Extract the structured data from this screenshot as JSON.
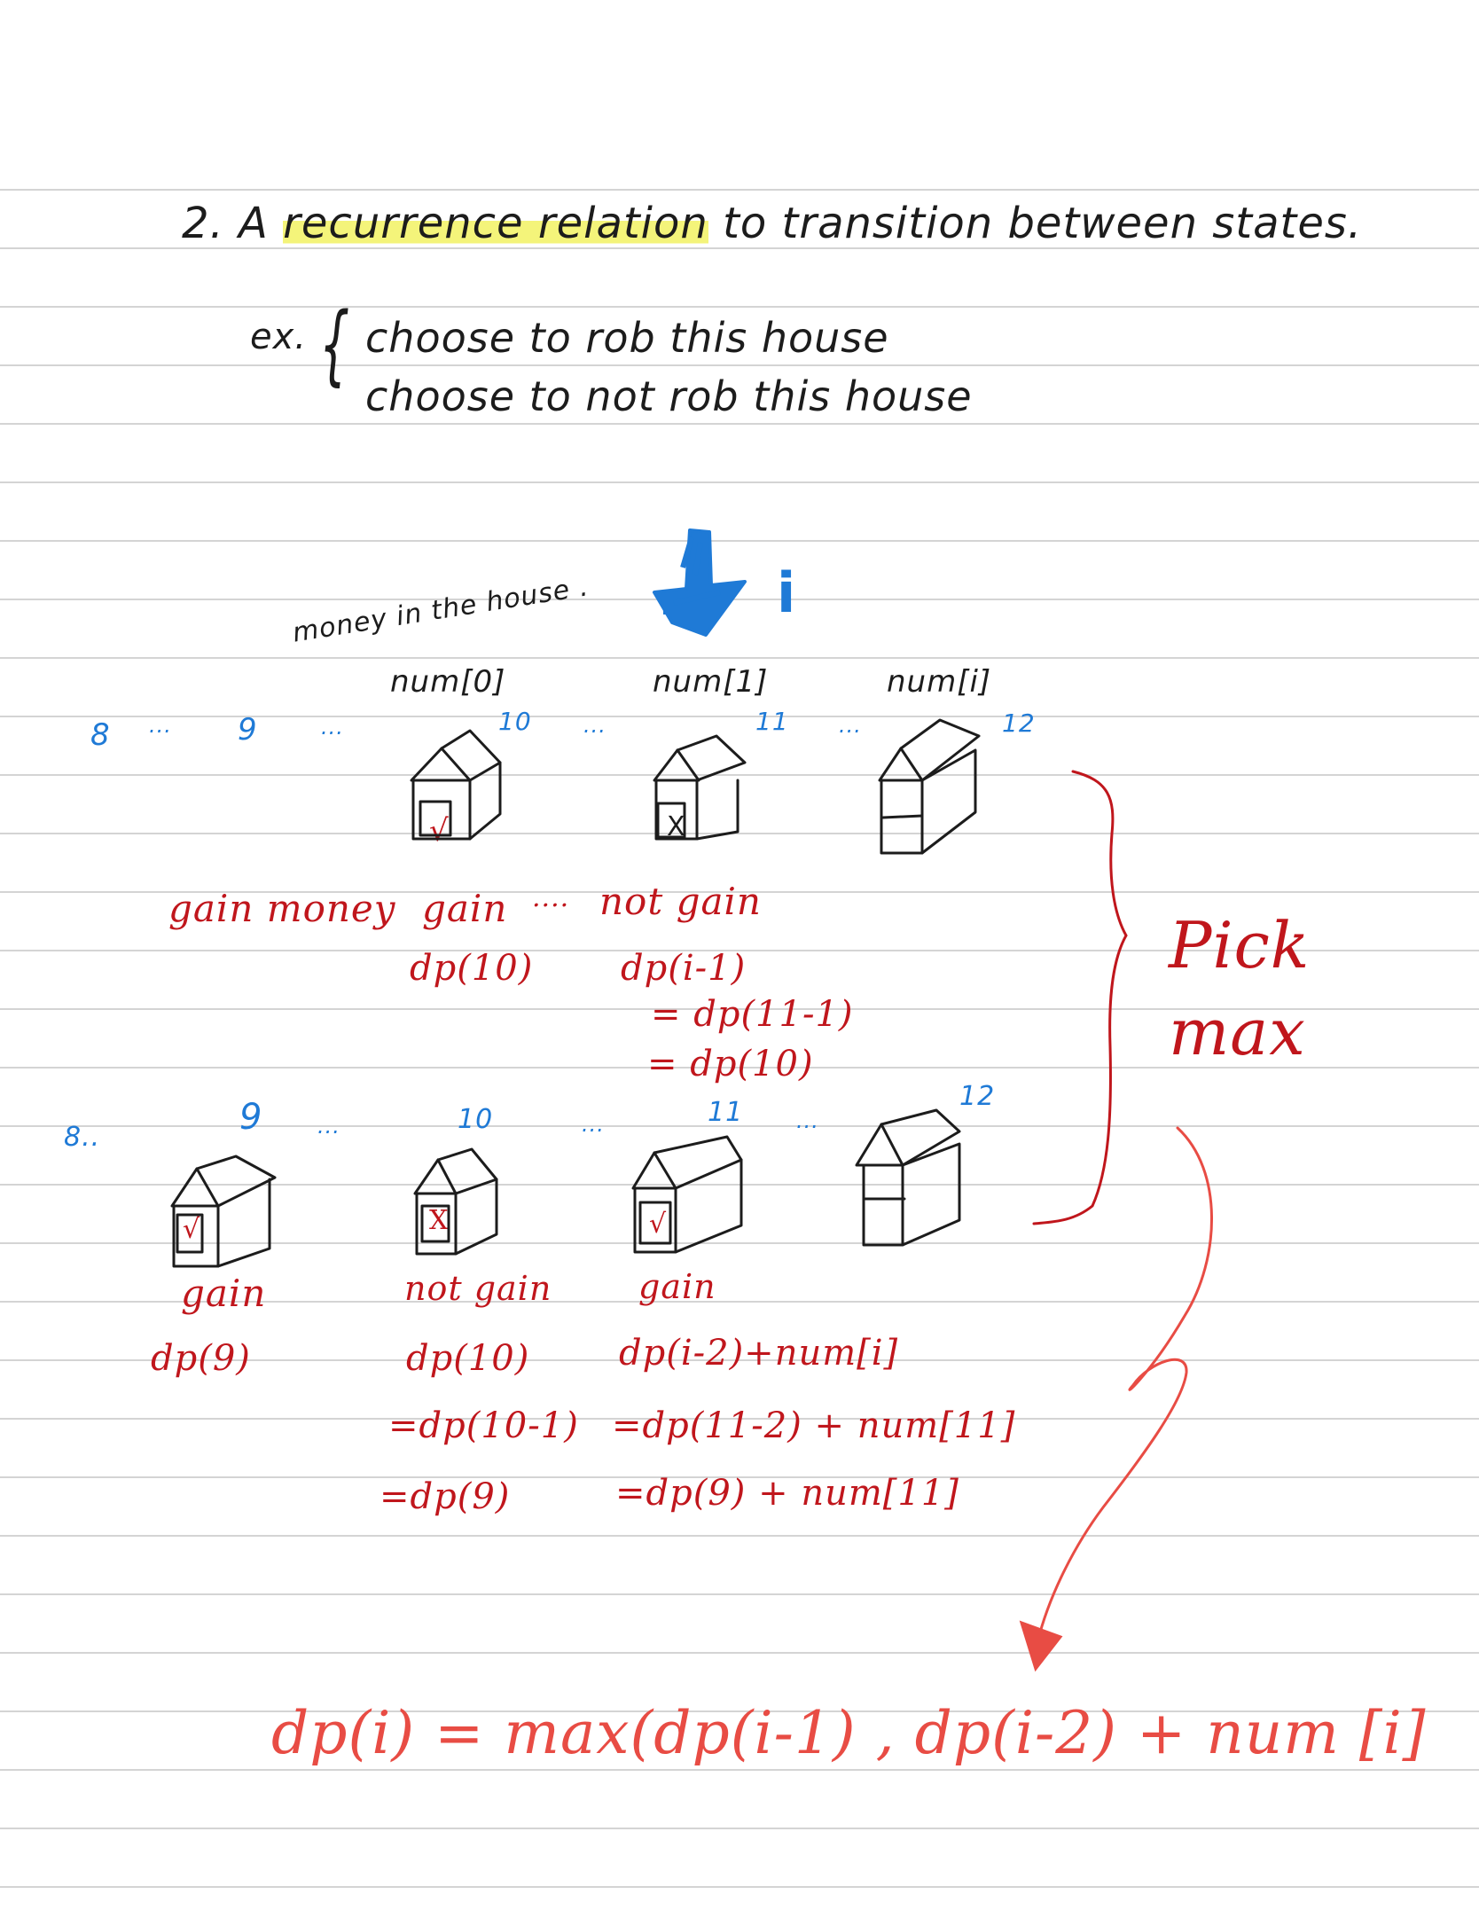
{
  "heading": {
    "prefix": "2. A",
    "highlight": "recurrence relation",
    "suffix": "to transition between states."
  },
  "example": {
    "label": "ex.",
    "option_rob": "choose to rob this house",
    "option_not_rob": "choose to not rob this house"
  },
  "top_row": {
    "money_note": "money in the house .",
    "pointer_label": "i",
    "array_labels": [
      "num[0]",
      "num[1]",
      "num[i]"
    ],
    "index_labels": [
      "8",
      "...",
      "9",
      "...",
      "10",
      "...",
      "11",
      "...",
      "12"
    ],
    "marks": [
      "√",
      "X"
    ],
    "caption_gain_money": "gain money",
    "caption_gain": "gain",
    "caption_dots": "....",
    "caption_not_gain": "not gain",
    "dp_left": "dp(10)",
    "dp_right": [
      "dp(i-1)",
      "= dp(11-1)",
      "= dp(10)"
    ]
  },
  "bottom_row": {
    "index_labels": [
      "8..",
      "9",
      "...",
      "10",
      "...",
      "11",
      "...",
      "12"
    ],
    "marks": [
      "√",
      "X",
      "√"
    ],
    "captions": [
      "gain",
      "not gain",
      "gain"
    ],
    "col1": [
      "dp(9)"
    ],
    "col2": [
      "dp(10)",
      "=dp(10-1)",
      "=dp(9)"
    ],
    "col3": [
      "dp(i-2)+num[i]",
      "=dp(11-2) + num[11]",
      "=dp(9) + num[11]"
    ]
  },
  "side_note": [
    "Pick",
    "max"
  ],
  "formula": "dp(i) = max(dp(i-1) , dp(i-2) + num [i]",
  "colors": {
    "ink": "#1c1c1c",
    "annotation_red": "#c0161c",
    "formula_red": "#e84c44",
    "index_blue": "#1f7ad6",
    "highlight_yellow": "#f4f47a",
    "ruled_line": "#d4d4d4"
  },
  "icons": [
    "blue-arrow-icon",
    "house-icon",
    "curly-brace-icon",
    "curved-arrow-icon"
  ]
}
